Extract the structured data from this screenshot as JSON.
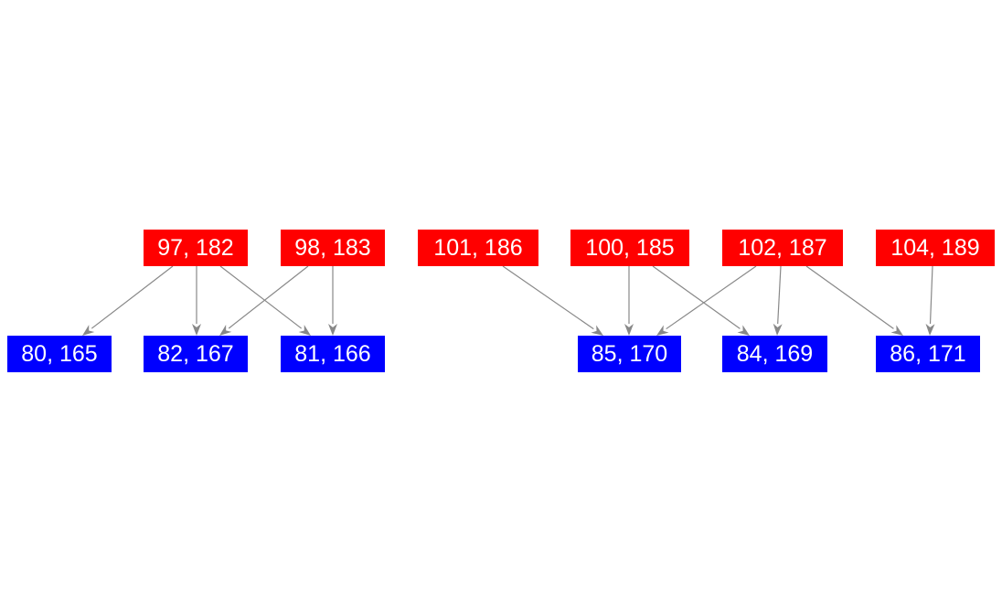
{
  "colors": {
    "source": "#ff0000",
    "target": "#0000ff",
    "edge": "#888888",
    "text": "#ffffff"
  },
  "nodes": [
    {
      "id": "n97",
      "label": "97, 182",
      "kind": "source"
    },
    {
      "id": "n98",
      "label": "98, 183",
      "kind": "source"
    },
    {
      "id": "n101",
      "label": "101, 186",
      "kind": "source"
    },
    {
      "id": "n100",
      "label": "100, 185",
      "kind": "source"
    },
    {
      "id": "n102",
      "label": "102, 187",
      "kind": "source"
    },
    {
      "id": "n104",
      "label": "104, 189",
      "kind": "source"
    },
    {
      "id": "n80",
      "label": "80, 165",
      "kind": "target"
    },
    {
      "id": "n82",
      "label": "82, 167",
      "kind": "target"
    },
    {
      "id": "n81",
      "label": "81, 166",
      "kind": "target"
    },
    {
      "id": "n85",
      "label": "85, 170",
      "kind": "target"
    },
    {
      "id": "n84",
      "label": "84, 169",
      "kind": "target"
    },
    {
      "id": "n86",
      "label": "86, 171",
      "kind": "target"
    }
  ],
  "edges": [
    {
      "from": "n97",
      "to": "n80"
    },
    {
      "from": "n97",
      "to": "n82"
    },
    {
      "from": "n97",
      "to": "n81"
    },
    {
      "from": "n98",
      "to": "n82"
    },
    {
      "from": "n98",
      "to": "n81"
    },
    {
      "from": "n101",
      "to": "n85"
    },
    {
      "from": "n100",
      "to": "n85"
    },
    {
      "from": "n100",
      "to": "n84"
    },
    {
      "from": "n102",
      "to": "n85"
    },
    {
      "from": "n102",
      "to": "n84"
    },
    {
      "from": "n102",
      "to": "n86"
    },
    {
      "from": "n104",
      "to": "n86"
    }
  ]
}
